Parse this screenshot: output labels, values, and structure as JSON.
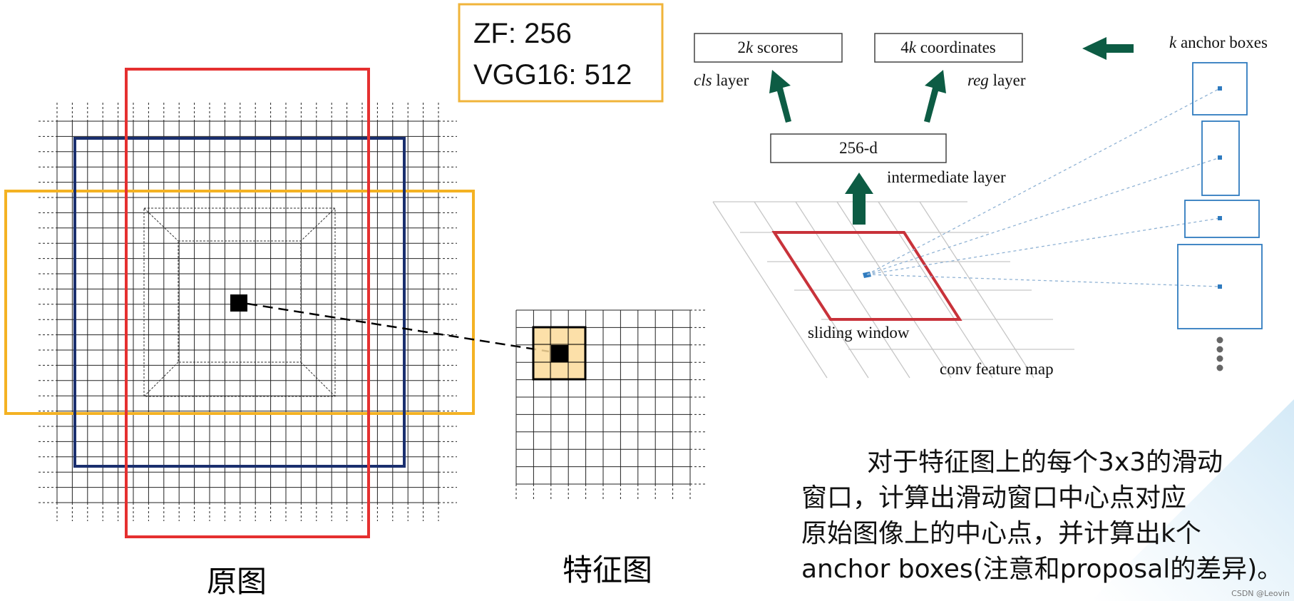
{
  "backbone_box": {
    "line1": "ZF: 256",
    "line2": "VGG16: 512"
  },
  "rpn": {
    "cls_box": {
      "num": "2",
      "k": "k",
      "rest": " scores"
    },
    "cls_label": {
      "italic": "cls",
      "rest": " layer"
    },
    "reg_box": {
      "num": "4",
      "k": "k",
      "rest": " coordinates"
    },
    "reg_label": {
      "italic": "reg",
      "rest": " layer"
    },
    "intermediate_box": "256-d",
    "intermediate_label": "intermediate layer",
    "anchor_title": {
      "k": "k",
      "rest": " anchor boxes"
    },
    "sliding_window_label": "sliding window",
    "feature_map_label": "conv feature map"
  },
  "captions": {
    "original": "原图",
    "feature": "特征图"
  },
  "description": {
    "line1": "对于特征图上的每个3x3的滑动",
    "line2": "窗口，计算出滑动窗口中心点对应",
    "line3": "原始图像上的中心点，并计算出k个",
    "line4": "anchor boxes(注意和proposal的差异)。"
  },
  "watermark": "CSDN @Leovin",
  "colors": {
    "red_box": "#e53030",
    "navy_box": "#1a2f6e",
    "orange_box": "#f4b223",
    "green_arrow": "#0d5c44",
    "sliding_window": "#c8323a",
    "anchor_box": "#2f7bbf",
    "highlight_fill": "#fbdb9a",
    "backbone_border": "#f0b43a"
  }
}
